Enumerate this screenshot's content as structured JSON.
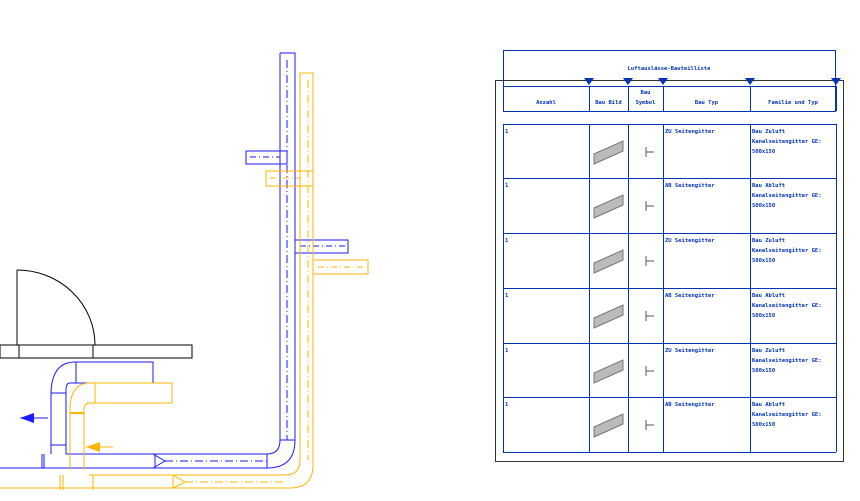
{
  "schedule": {
    "title": "Luftauslässe-Bauteilliste",
    "headers": [
      "Anzahl",
      "Bau Bild",
      "Bau Symbol",
      "Bau Typ",
      "Familie und Typ"
    ],
    "rows": [
      {
        "count": "1",
        "type": "ZU Seitengitter",
        "family": "Bau Zuluft Kanalseitengitter GE: 500x150"
      },
      {
        "count": "1",
        "type": "AB Seitengitter",
        "family": "Bau Abluft Kanalseitengitter GE: 500x150"
      },
      {
        "count": "1",
        "type": "ZU Seitengitter",
        "family": "Bau Zuluft Kanalseitengitter GE: 500x150"
      },
      {
        "count": "1",
        "type": "AB Seitengitter",
        "family": "Bau Abluft Kanalseitengitter GE: 500x150"
      },
      {
        "count": "1",
        "type": "ZU Seitengitter",
        "family": "Bau Zuluft Kanalseitengitter GE: 500x150"
      },
      {
        "count": "1",
        "type": "AB Seitengitter",
        "family": "Bau Abluft Kanalseitengitter GE: 500x150"
      }
    ]
  },
  "colors": {
    "supply": "#1a1aff",
    "exhaust": "#ffb400",
    "schedule": "#0033bb"
  }
}
